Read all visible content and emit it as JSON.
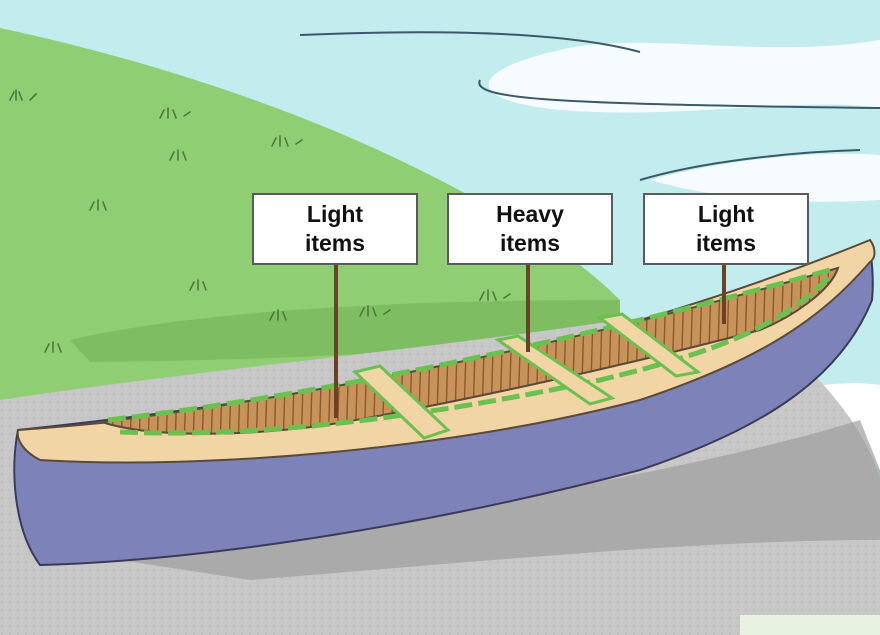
{
  "labels": {
    "left": "Light\nitems",
    "middle": "Heavy\nitems",
    "right": "Light\nitems"
  },
  "colors": {
    "water": "#c3ecee",
    "foam": "#ffffff",
    "grass": "#8fce72",
    "grass_shadow": "#7fbd63",
    "sand": "#c7c7c7",
    "sand_shadow": "#9e9e9e",
    "hull": "#7d83b8",
    "gunwale": "#f1d5a4",
    "wood": "#c8935a",
    "trim": "#6ac14f",
    "post": "#6b4226"
  }
}
